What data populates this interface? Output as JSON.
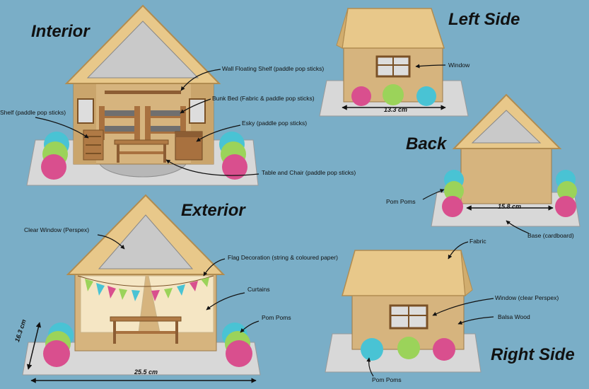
{
  "titles": {
    "interior": "Interior",
    "exterior": "Exterior",
    "left_side": "Left Side",
    "back": "Back",
    "right_side": "Right Side"
  },
  "labels": {
    "wall_floating_shelf": "Wall Floating Shelf (paddle pop sticks)",
    "bunk_bed": "Bunk Bed (Fabric & paddle pop sticks)",
    "shelf": "Shelf (paddle pop sticks)",
    "esky": "Esky (paddle pop sticks)",
    "table_and_chair": "Table and Chair (paddle pop sticks)",
    "clear_window": "Clear Window (Perspex)",
    "flag_decoration": "Flag Decoration (string & coloured paper)",
    "curtains": "Curtains",
    "pom_poms_exterior": "Pom Poms",
    "window_left": "Window",
    "pom_poms_back": "Pom Poms",
    "base_cardboard": "Base (cardboard)",
    "fabric": "Fabric",
    "window_clear_perspex": "Window (clear Perspex)",
    "balsa_wood": "Balsa Wood",
    "pom_poms_right": "Pom Poms"
  },
  "measurements": {
    "left_width": "13.3 cm",
    "back_width": "15.8 cm",
    "exterior_width": "25.5 cm",
    "exterior_height": "16.3 cm"
  },
  "colors": {
    "background": "#7aaec7",
    "roof": "#e8c88a",
    "wall": "#d2b07a",
    "wood": "#a8713f",
    "base": "#d6d6d6",
    "pom_pink": "#d94f8e",
    "pom_green": "#9bd35a",
    "pom_cyan": "#49c3d4",
    "curtain": "#f5e6c4"
  }
}
